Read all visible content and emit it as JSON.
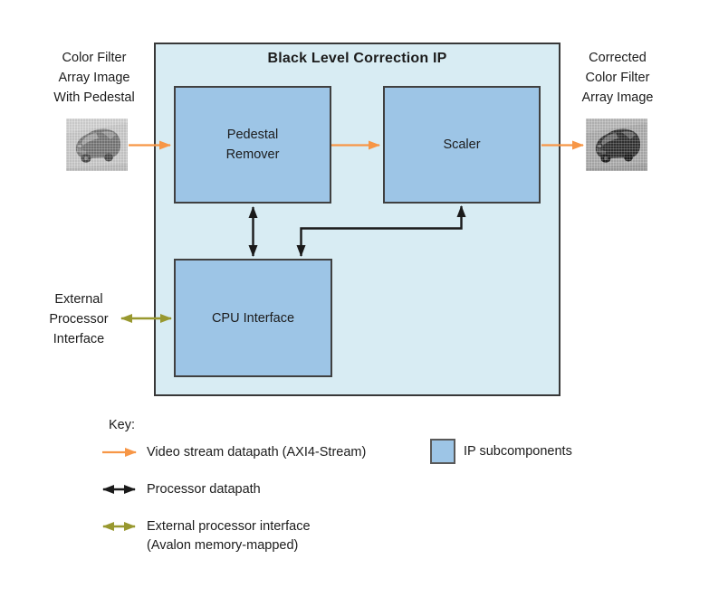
{
  "colors": {
    "outer_fill": "#D8ECF3",
    "block_fill": "#9DC5E6",
    "block_border": "#404040",
    "video_stream_arrow": "#F79646",
    "processor_arrow": "#1A1A1A",
    "external_arrow": "#98982F",
    "text": "#1C1C1C"
  },
  "diagram": {
    "title": "Black Level Correction IP",
    "blocks": {
      "pedestal_remover": {
        "line1": "Pedestal",
        "line2": "Remover"
      },
      "scaler": {
        "label": "Scaler"
      },
      "cpu_interface": {
        "label": "CPU Interface"
      }
    },
    "labels": {
      "input": {
        "line1": "Color Filter",
        "line2": "Array Image",
        "line3": "With Pedestal"
      },
      "output": {
        "line1": "Corrected",
        "line2": "Color Filter",
        "line3": "Array Image"
      },
      "external": {
        "line1": "External",
        "line2": "Processor",
        "line3": "Interface"
      }
    },
    "images": {
      "input": "car-photo-with-pedestal",
      "output": "car-photo-corrected"
    }
  },
  "key": {
    "heading": "Key:",
    "video_stream": "Video stream datapath (AXI4-Stream)",
    "ip_subcomponents": "IP subcomponents",
    "processor": "Processor datapath",
    "external_line1": "External processor interface",
    "external_line2": "(Avalon memory-mapped)"
  }
}
